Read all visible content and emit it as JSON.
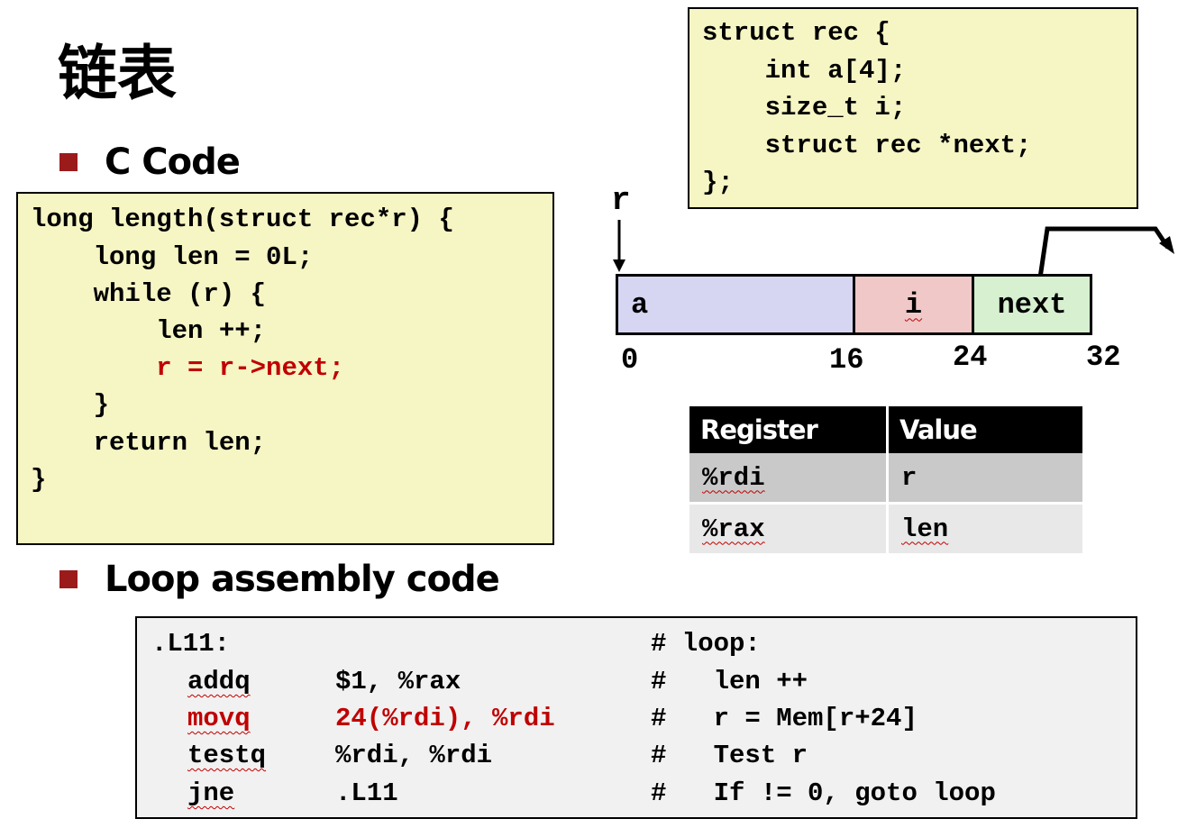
{
  "title": "链表",
  "bullets": [
    "C Code",
    "Loop assembly code"
  ],
  "c_code": [
    "long length(struct rec*r) {",
    "    long len = 0L;",
    "    while (r) {",
    "        len ++;",
    "        r = r->next;",
    "    }",
    "    return len;",
    "}"
  ],
  "struct_def": [
    "struct rec {",
    "    int a[4];",
    "    size_t i;",
    "    struct rec *next;",
    "};"
  ],
  "diagram": {
    "pointer_label": "r",
    "fields": [
      "a",
      "i",
      "next"
    ],
    "offsets": [
      "0",
      "16",
      "24",
      "32"
    ],
    "colors": {
      "a": "#d6d6f3",
      "i": "#f0c8c8",
      "next": "#d6f0d0"
    }
  },
  "register_table": {
    "headers": [
      "Register",
      "Value"
    ],
    "rows": [
      [
        "%rdi",
        "r"
      ],
      [
        "%rax",
        "len"
      ]
    ]
  },
  "assembly": [
    {
      "label": ".L11:",
      "op": "",
      "args": "",
      "comment": "# loop:"
    },
    {
      "label": "",
      "op": "addq",
      "args": "$1, %rax",
      "comment": "#   len ++"
    },
    {
      "label": "",
      "op": "movq",
      "args": "24(%rdi), %rdi",
      "comment": "#   r = Mem[r+24]"
    },
    {
      "label": "",
      "op": "testq",
      "args": "%rdi, %rdi",
      "comment": "#   Test r"
    },
    {
      "label": "",
      "op": "jne",
      "args": ".L11",
      "comment": "#   If != 0, goto loop"
    }
  ],
  "highlight_color": "#c00000"
}
